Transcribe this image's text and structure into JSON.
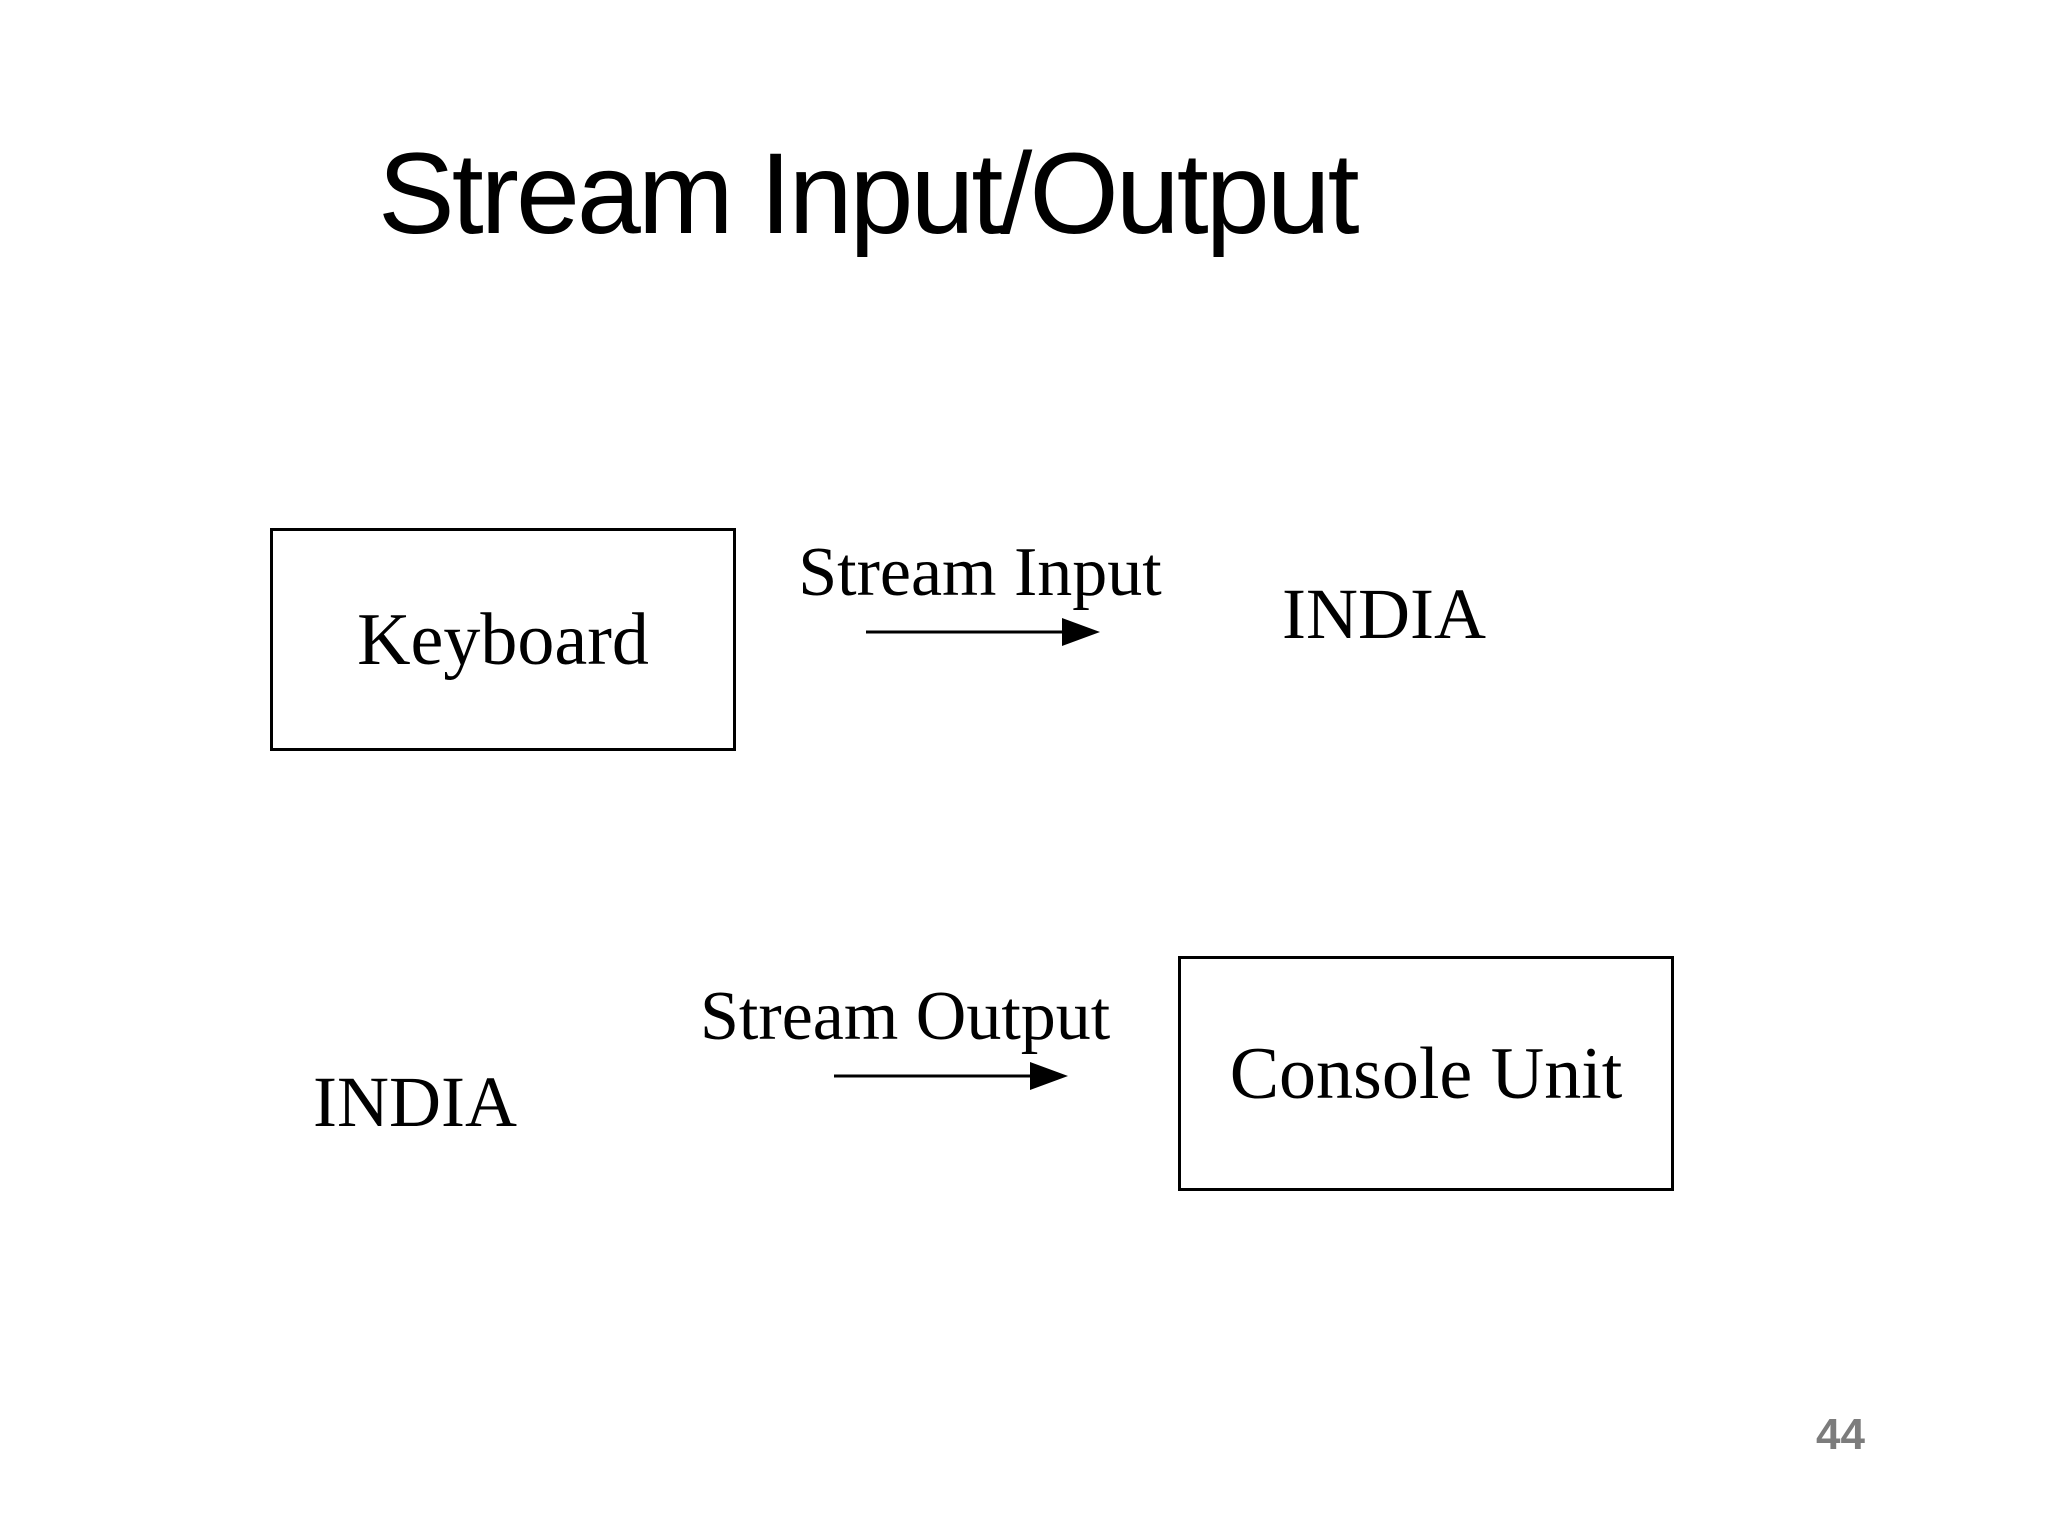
{
  "slide": {
    "title": "Stream Input/Output",
    "page_number": "44"
  },
  "input_flow": {
    "box_label": "Keyboard",
    "arrow_label": "Stream Input",
    "arrow_icon": "arrow-right-icon",
    "data_text": "INDIA"
  },
  "output_flow": {
    "data_text": "INDIA",
    "arrow_label": "Stream Output",
    "arrow_icon": "arrow-right-icon",
    "box_label": "Console Unit"
  },
  "colors": {
    "background": "#ffffff",
    "text": "#000000",
    "box_border": "#000000",
    "page_number": "#7c7c7c"
  }
}
